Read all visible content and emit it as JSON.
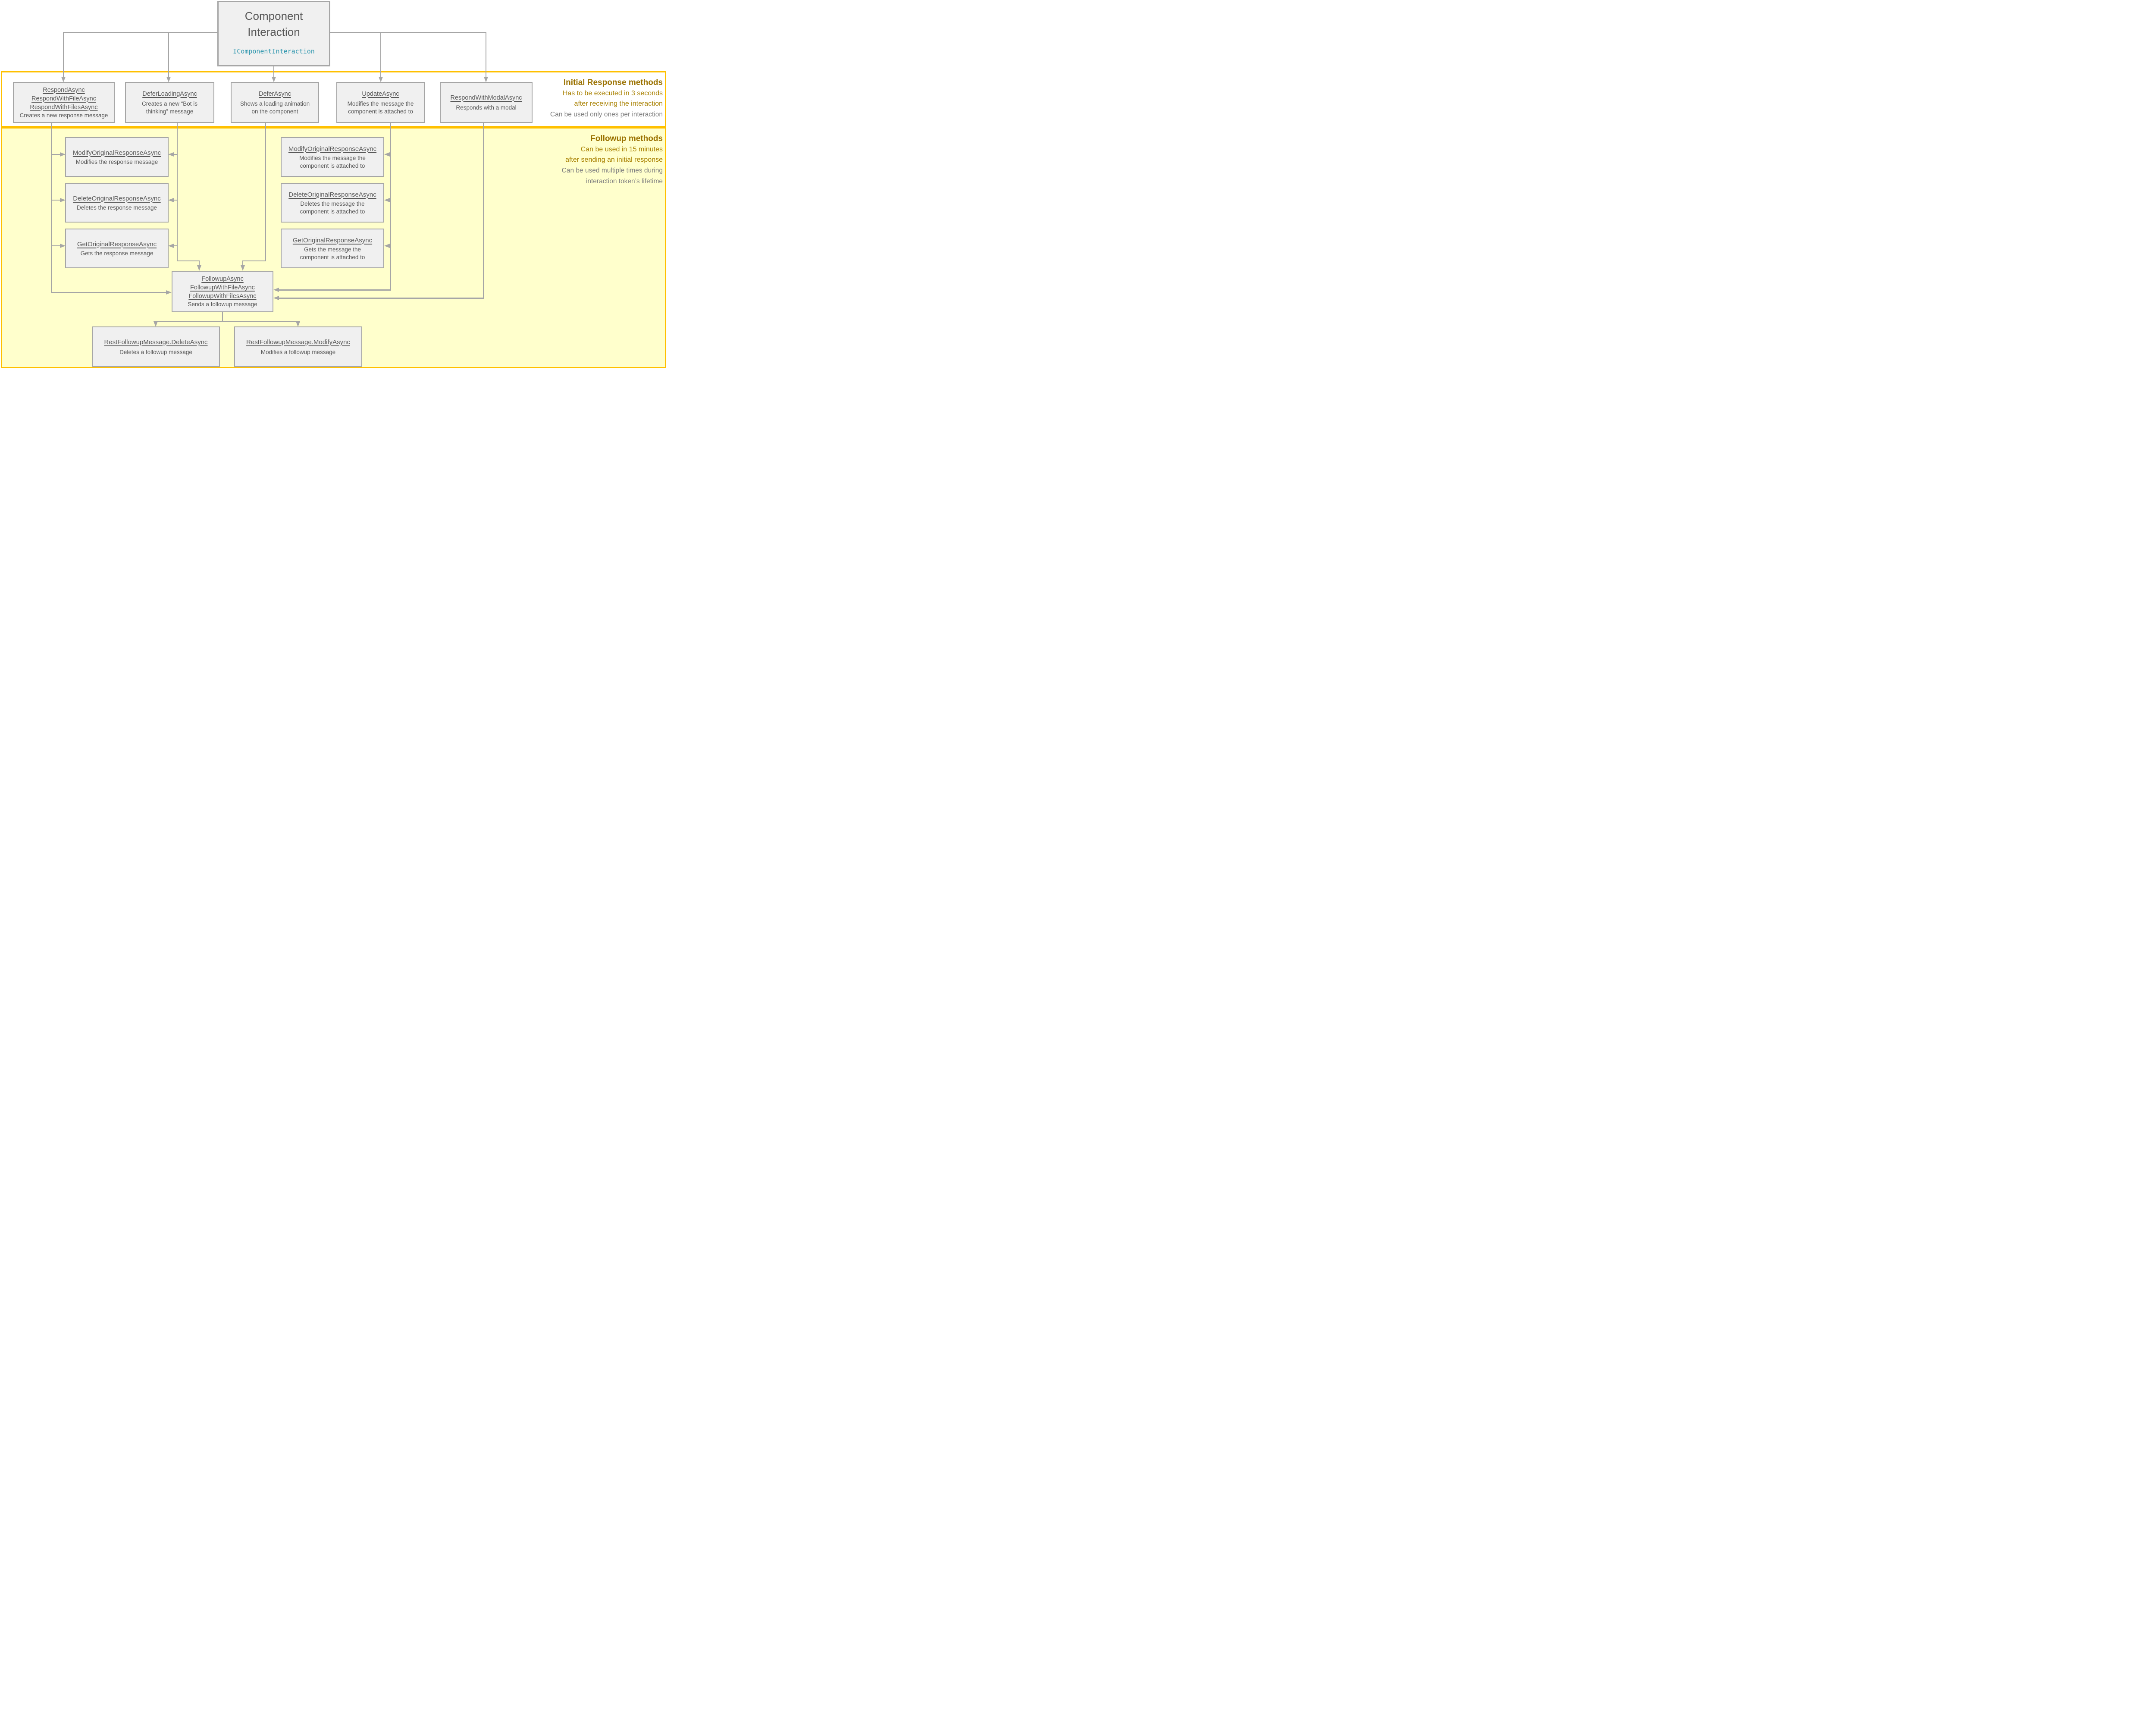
{
  "top_box": {
    "title": "Component Interaction",
    "interface_name": "IComponentInteraction"
  },
  "initial_section": {
    "heading": "Initial Response methods",
    "notes_gold": [
      "Has to be executed in 3 seconds",
      "after receiving the interaction"
    ],
    "note_grey": "Can be used only ones per interaction",
    "boxes": [
      {
        "m": [
          "RespondAsync",
          "RespondWithFileAsync",
          "RespondWithFilesAsync"
        ],
        "d": "Creates a new response message"
      },
      {
        "m": [
          "DeferLoadingAsync"
        ],
        "d": "Creates a new “Bot is thinking” message"
      },
      {
        "m": [
          "DeferAsync"
        ],
        "d": "Shows a loading animation on the component"
      },
      {
        "m": [
          "UpdateAsync"
        ],
        "d": "Modifies the message the component is attached to"
      },
      {
        "m": [
          "RespondWithModalAsync"
        ],
        "d": "Responds with a modal"
      }
    ]
  },
  "followup_section": {
    "heading": "Followup methods",
    "notes_gold": [
      "Can be used in 15 minutes",
      "after sending an initial response"
    ],
    "notes_grey": [
      "Can be used multiple times during",
      "interaction token’s lifetime"
    ],
    "response_boxes": [
      {
        "m": "ModifyOriginalResponseAsync",
        "d": "Modifies the response message"
      },
      {
        "m": "DeleteOriginalResponseAsync",
        "d": "Deletes the response message"
      },
      {
        "m": "GetOriginalResponseAsync",
        "d": "Gets the response message"
      }
    ],
    "component_boxes": [
      {
        "m": "ModifyOriginalResponseAsync",
        "d": "Modifies the message the component is attached to"
      },
      {
        "m": "DeleteOriginalResponseAsync",
        "d": "Deletes the message the component is attached to"
      },
      {
        "m": "GetOriginalResponseAsync",
        "d": "Gets  the message the component is attached to"
      }
    ],
    "followup_box": {
      "m": [
        "FollowupAsync",
        "FollowupWithFileAsync",
        "FollowupWithFilesAsync"
      ],
      "d": "Sends a followup message"
    },
    "rest_boxes": [
      {
        "m": "RestFollowupMessage.DeleteAsync",
        "d": "Deletes a followup message"
      },
      {
        "m": "RestFollowupMessage.ModifyAsync",
        "d": "Modifies a followup message"
      }
    ]
  },
  "colors": {
    "accent_border": "#FFC000",
    "followup_bg": "#FFFFCC",
    "box_border": "#A6A6A6",
    "box_fill": "#F0F0F0",
    "box_text": "#595959",
    "interface_text": "#2E96AE",
    "gold_heading": "#9A7100",
    "gold_note": "#A88000",
    "grey_note": "#7F7F7F",
    "connector": "#A6A6A6"
  }
}
